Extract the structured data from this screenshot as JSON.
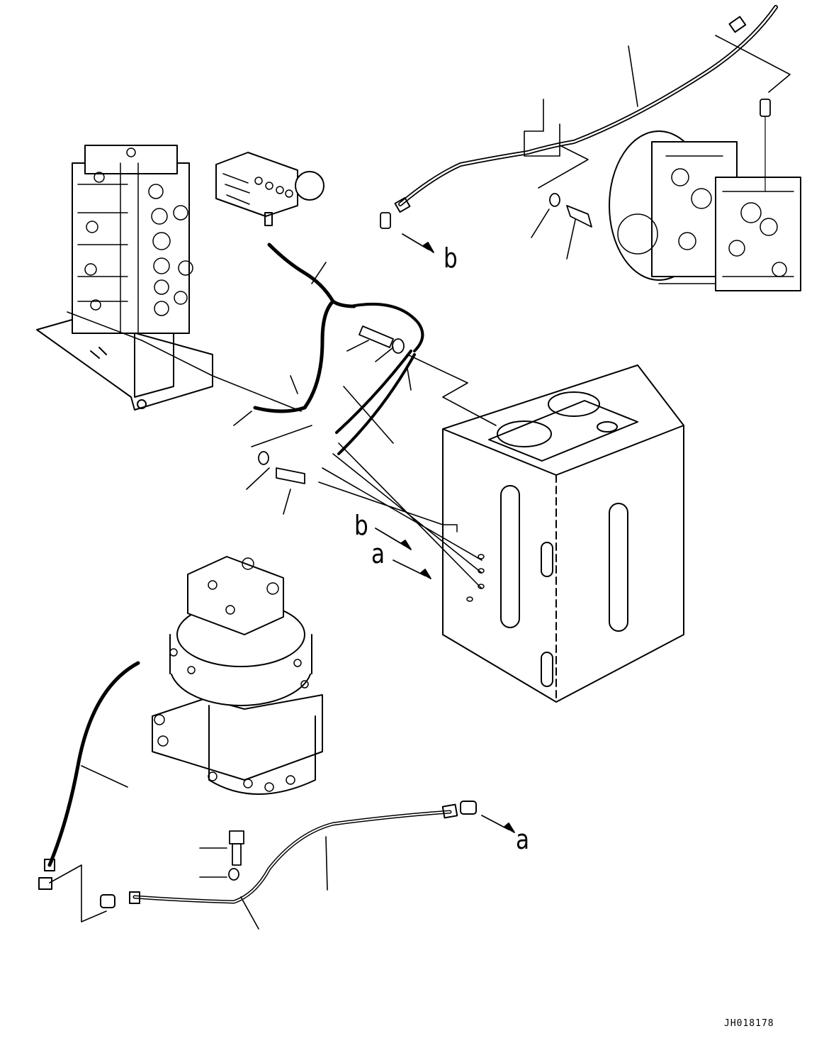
{
  "labels": {
    "b_top": "b",
    "b_mid": "b",
    "a_mid": "a",
    "a_bottom": "a"
  },
  "drawing_code": "JH018178"
}
